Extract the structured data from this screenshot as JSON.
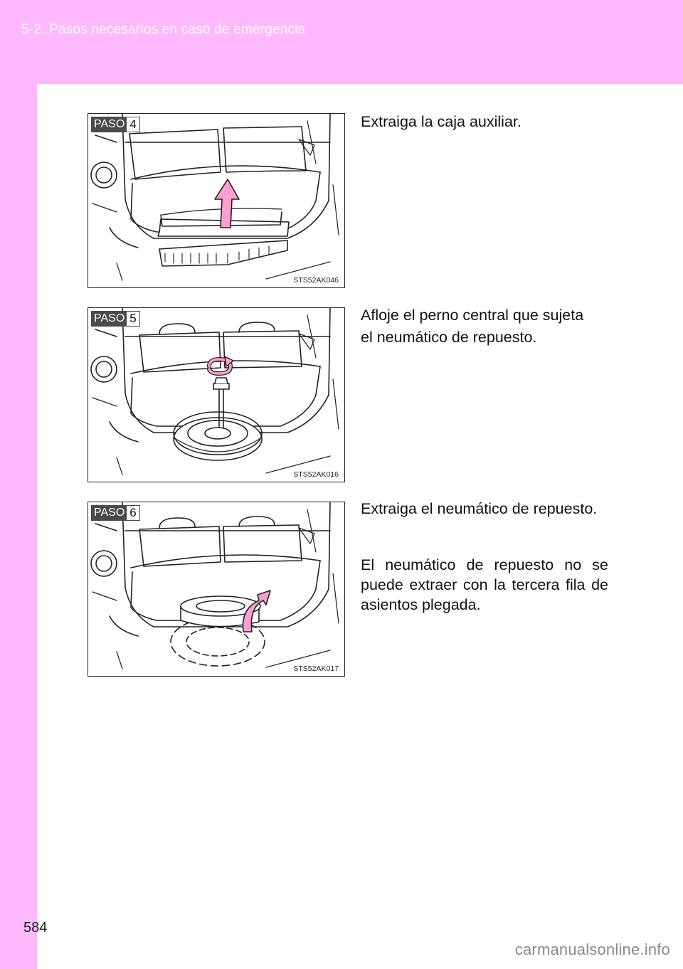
{
  "header": {
    "section_title": "5-2. Pasos necesarios en caso de emergencia"
  },
  "steps": [
    {
      "badge_word": "PASO",
      "badge_number": "4",
      "figure_code": "STS52AK046",
      "instruction": "Extraiga la caja auxiliar."
    },
    {
      "badge_word": "PASO",
      "badge_number": "5",
      "figure_code": "STS52AK016",
      "instruction_line1": "Afloje el perno central que sujeta",
      "instruction_line2": "el neumático de repuesto."
    },
    {
      "badge_word": "PASO",
      "badge_number": "6",
      "figure_code": "STS52AK017",
      "instruction": "Extraiga el neumático de repuesto.",
      "note": "El neumático de repuesto no se puede extraer con la tercera fila de asientos plegada."
    }
  ],
  "footer": {
    "page_number": "584",
    "watermark": "carmanualsonline.info"
  },
  "colors": {
    "accent_pink": "#ffb8ff",
    "arrow_pink": "#ff9fd0",
    "badge_dark": "#4a4a4a"
  }
}
